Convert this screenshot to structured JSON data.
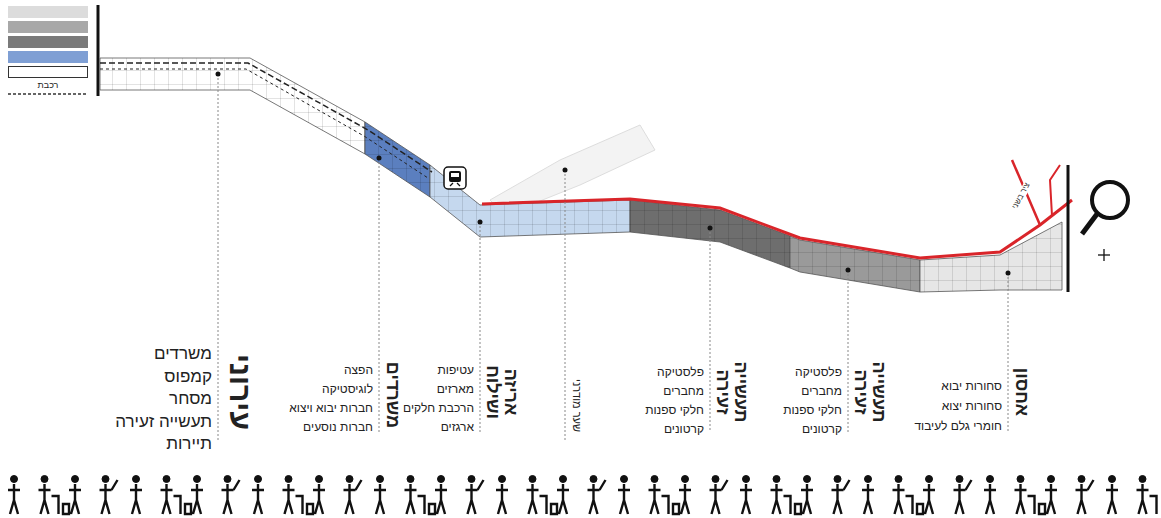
{
  "diagram": {
    "labels": [
      "עירוני",
      "משרדים",
      "קמפוס",
      "מסחר",
      "תעשייה זעירה",
      "תיירות",
      "משרדים",
      "הפצה",
      "לוגיסטיקה",
      "חברות יבוא ויצוא",
      "חברות נוסעים",
      "אריזה ושילוח",
      "עטיפות",
      "מארזים",
      "הרכבת חלקים",
      "ארגזים",
      "שער מודרני",
      "תעשייה זעירה",
      "פלסטיקה",
      "מחברים",
      "חלקי ספנות",
      "קרטונים",
      "תעשייה זעירה",
      "פלסטיקה",
      "מחברים",
      "חלקי ספנות",
      "קרטונים",
      "אחסון",
      "סחורות יבוא",
      "סחורות יצוא",
      "חומרי גלם לעיבוד",
      "ציר בשני"
    ],
    "legend": [
      {
        "text": "רכבת"
      }
    ]
  }
}
